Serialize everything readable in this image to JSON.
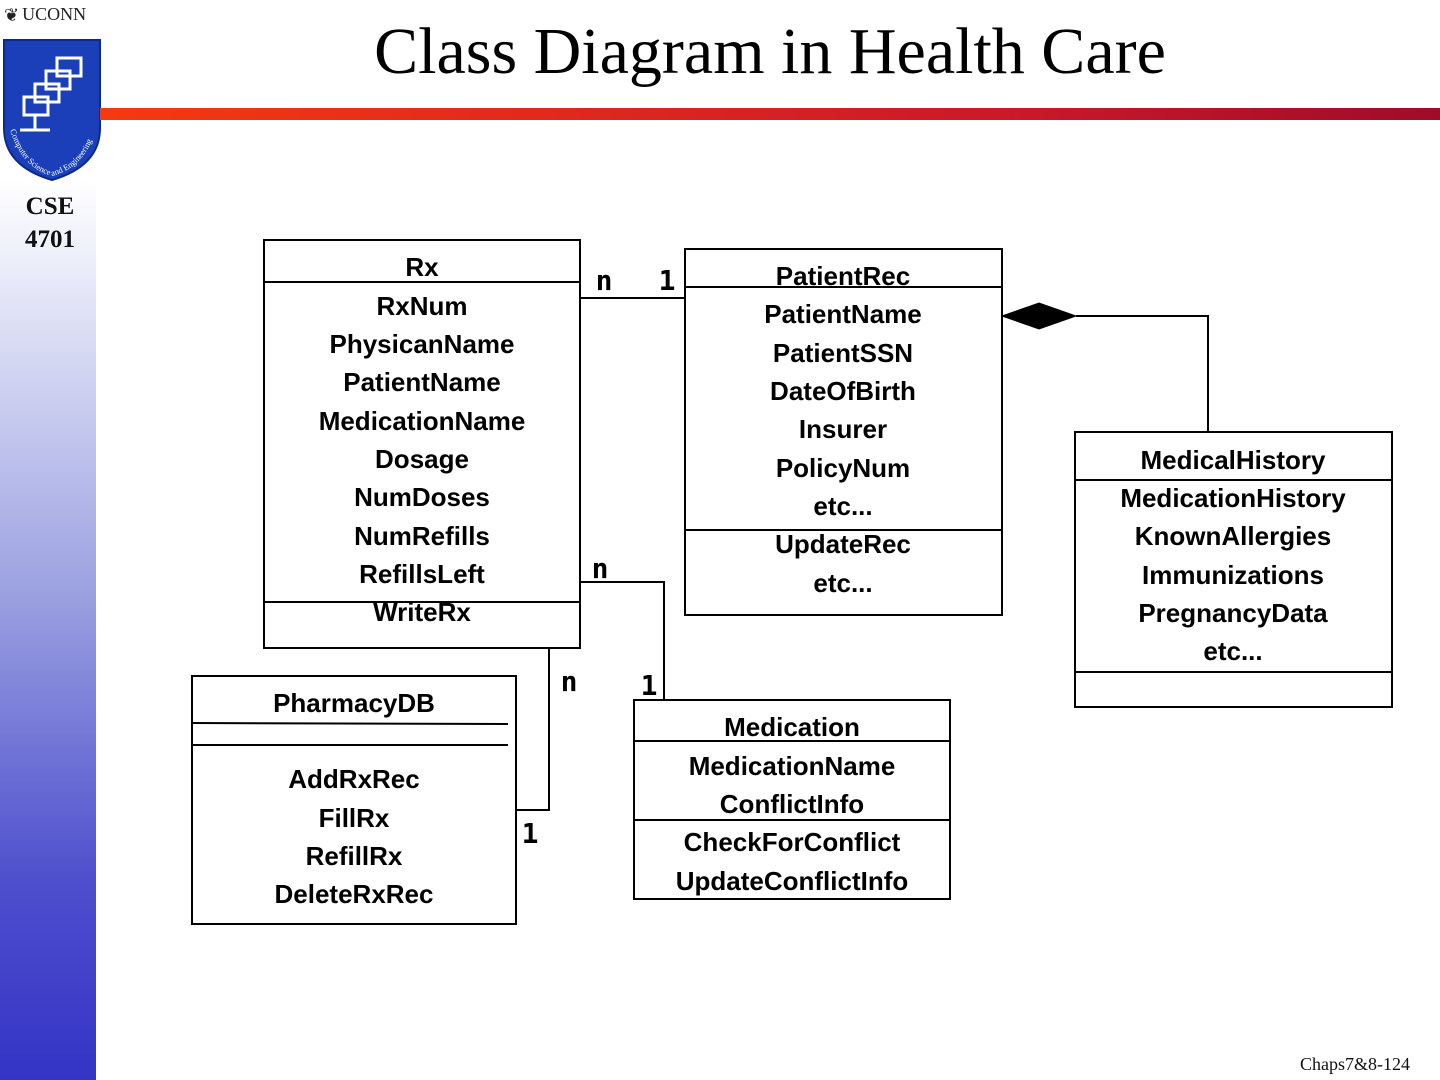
{
  "header": {
    "logo_text": "UCONN",
    "shield_text": "Computer Science and Engineering",
    "course_code": "CSE",
    "course_number": "4701",
    "title": "Class Diagram in Health Care"
  },
  "footer": {
    "slide_id": "Chaps7&8-124"
  },
  "colors": {
    "title_bar_start": "#f43a10",
    "title_bar_end": "#a00c28",
    "sidebar_bottom": "#3434c6",
    "shield_blue": "#1a3fb8"
  },
  "diagram": {
    "classes": [
      {
        "id": "rx",
        "name": "Rx",
        "attributes": [
          "RxNum",
          "PhysicanName",
          "PatientName",
          "MedicationName",
          "Dosage",
          "NumDoses",
          "NumRefills",
          "RefillsLeft"
        ],
        "operations": [
          "WriteRx"
        ]
      },
      {
        "id": "patientrec",
        "name": "PatientRec",
        "attributes": [
          "PatientName",
          "PatientSSN",
          "DateOfBirth",
          "Insurer",
          "PolicyNum",
          "etc..."
        ],
        "operations": [
          "UpdateRec",
          "etc..."
        ]
      },
      {
        "id": "medicalhistory",
        "name": "MedicalHistory",
        "attributes": [
          "MedicationHistory",
          "KnownAllergies",
          "Immunizations",
          "PregnancyData",
          "etc..."
        ],
        "operations": []
      },
      {
        "id": "pharmacydb",
        "name": "PharmacyDB",
        "attributes": [],
        "operations": [
          "AddRxRec",
          "FillRx",
          "RefillRx",
          "DeleteRxRec"
        ]
      },
      {
        "id": "medication",
        "name": "Medication",
        "attributes": [
          "MedicationName",
          "ConflictInfo"
        ],
        "operations": [
          "CheckForConflict",
          "UpdateConflictInfo"
        ]
      }
    ],
    "associations": [
      {
        "from": "rx",
        "to": "patientrec",
        "from_mult": "n",
        "to_mult": "1"
      },
      {
        "from": "rx",
        "to": "medication",
        "from_mult": "n",
        "to_mult": "1"
      },
      {
        "from": "rx",
        "to": "pharmacydb",
        "from_mult": "n",
        "to_mult": "1"
      },
      {
        "from": "patientrec",
        "to": "medicalhistory",
        "kind": "composition"
      }
    ]
  }
}
